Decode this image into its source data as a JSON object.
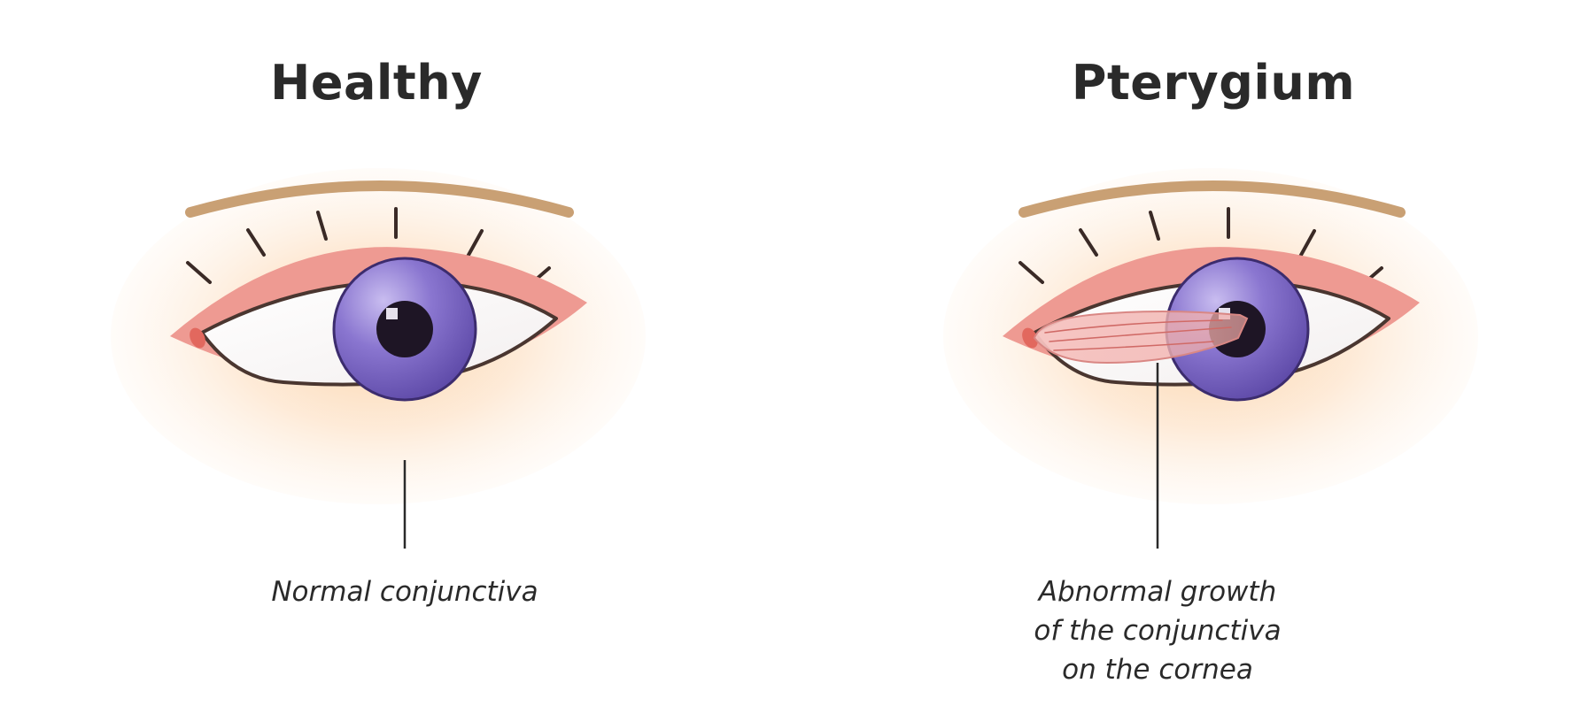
{
  "colors": {
    "text": "#2a2a2a",
    "eyebrow": "#c9a074",
    "eyelid": "#ee9a92",
    "iris": "#7d68c6",
    "pupil": "#1e1525",
    "glow": "#fde5cc",
    "growth": "#f1b7b4",
    "outline": "#4a3630"
  },
  "panels": {
    "healthy": {
      "title": "Healthy",
      "caption_lines": [
        "Normal conjunctiva"
      ]
    },
    "pterygium": {
      "title": "Pterygium",
      "caption_lines": [
        "Abnormal growth",
        "of the conjunctiva",
        "on the cornea"
      ]
    }
  }
}
